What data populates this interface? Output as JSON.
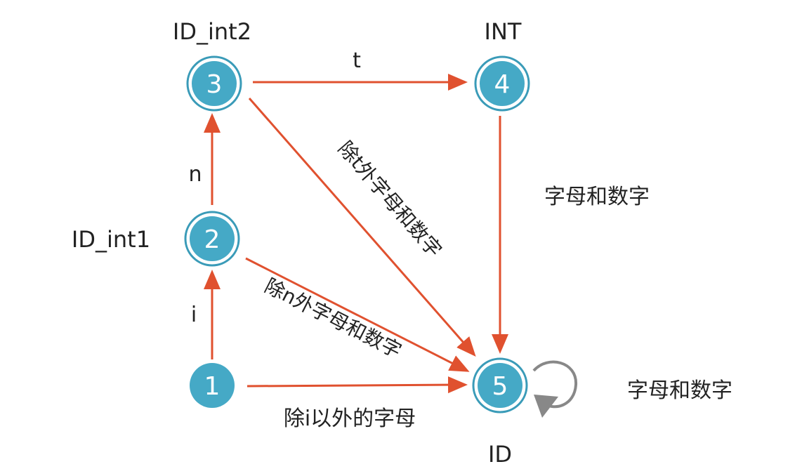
{
  "colors": {
    "node": "#45a9c6",
    "ring": "#3a9bb8",
    "edge": "#e0512f",
    "loop": "#888888"
  },
  "nodes": [
    {
      "id": "1",
      "state": ""
    },
    {
      "id": "2",
      "state": "ID_int1"
    },
    {
      "id": "3",
      "state": "ID_int2"
    },
    {
      "id": "4",
      "state": "INT"
    },
    {
      "id": "5",
      "state": "ID"
    }
  ],
  "edges": {
    "e12": "i",
    "e23": "n",
    "e34": "t",
    "e15": "除i以外的字母",
    "e25": "除n外字母和数字",
    "e35": "除t外字母和数字",
    "e45": "字母和数字",
    "e55": "字母和数字"
  }
}
